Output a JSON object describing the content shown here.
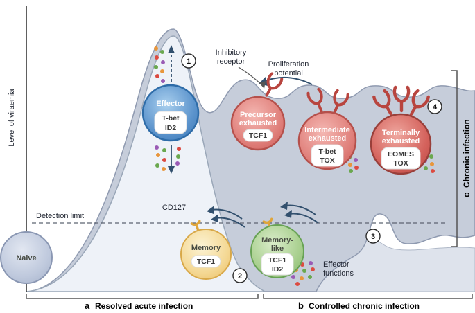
{
  "axis": {
    "y_label": "Level of viraemia"
  },
  "ann": {
    "detection_limit": "Detection limit",
    "inhibitory": [
      "Inhibitory",
      "receptor"
    ],
    "proliferation": [
      "Proliferation",
      "potential"
    ],
    "cd127": "CD127",
    "effector_functions": [
      "Effector",
      "functions"
    ]
  },
  "cells": {
    "naive": {
      "label": "Naive"
    },
    "effector": {
      "label": "Effector",
      "markers": [
        "T-bet",
        "ID2"
      ]
    },
    "memory": {
      "label": "Memory",
      "markers": [
        "TCF1"
      ]
    },
    "memory_like": {
      "label": [
        "Memory-",
        "like"
      ],
      "markers": [
        "TCF1",
        "ID2"
      ]
    },
    "precursor": {
      "label": [
        "Precursor",
        "exhausted"
      ],
      "markers": [
        "TCF1"
      ]
    },
    "intermediate": {
      "label": [
        "Intermediate",
        "exhausted"
      ],
      "markers": [
        "T-bet",
        "TOX"
      ]
    },
    "terminal": {
      "label": [
        "Terminally",
        "exhausted"
      ],
      "markers": [
        "EOMES",
        "TOX"
      ]
    }
  },
  "steps": {
    "s1": "1",
    "s2": "2",
    "s3": "3",
    "s4": "4"
  },
  "panels": {
    "a": {
      "letter": "a",
      "label": "Resolved acute infection"
    },
    "b": {
      "letter": "b",
      "label": "Controlled chronic infection"
    },
    "c": {
      "letter": "c",
      "label": "Chronic infection"
    }
  },
  "colors": {
    "effector_blue": "#4a86c2",
    "memory_yellow": "#f0cf7e",
    "memory_like_green": "#a8cf8e",
    "exhausted_red": "#e0807b",
    "terminal_red": "#c9554f",
    "naive_gray": "#bfc9dd",
    "chronic_fill": "#c6cdda",
    "acute_fill": "#eef2f8",
    "arrow_blue": "#32506e",
    "dot_green": "#6aa84f",
    "dot_red": "#dc4b41",
    "dot_purple": "#9a5bb5",
    "dot_orange": "#e8963c"
  }
}
